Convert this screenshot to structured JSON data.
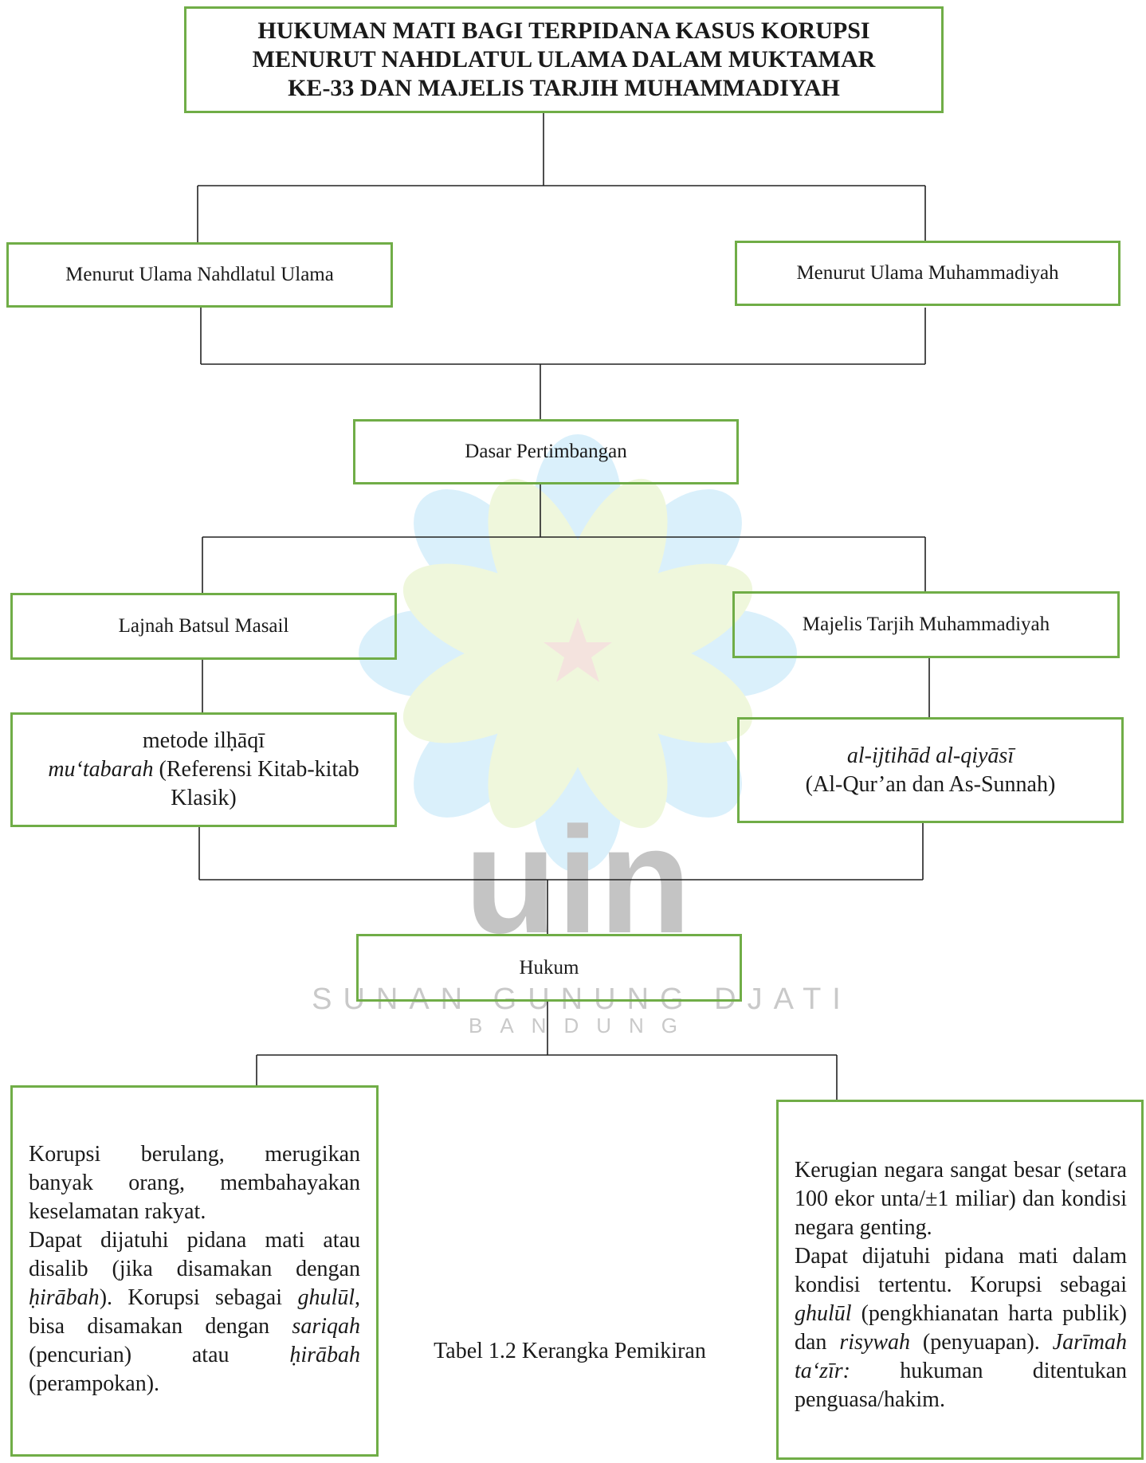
{
  "title": {
    "line1": "HUKUMAN MATI BAGI TERPIDANA KASUS KORUPSI",
    "line2": "MENURUT NAHDLATUL ULAMA DALAM MUKTAMAR",
    "line3": "KE-33 DAN MAJELIS TARJIH MUHAMMADIYAH"
  },
  "level1": {
    "left": "Menurut Ulama Nahdlatul Ulama",
    "right": "Menurut Ulama Muhammadiyah"
  },
  "basis": "Dasar Pertimbangan",
  "level2": {
    "left": "Lajnah Batsul Masail",
    "right": "Majelis Tarjih Muhammadiyah"
  },
  "method": {
    "left_line1": "metode ilḥāqī",
    "left_italic": "mu‘tabarah",
    "left_rest": " (Referensi Kitab-kitab Klasik)",
    "right_italic": "al-ijtihād al-qiyāsī",
    "right_line2": "(Al-Qur’an dan As-Sunnah)"
  },
  "law": "Hukum",
  "result_left": {
    "p1": "Korupsi berulang, merugikan banyak orang, membahayakan keselamatan rakyat.",
    "p2a": "Dapat dijatuhi pidana mati atau disalib (jika disamakan dengan ",
    "p2b": "ḥirābah",
    "p2c": "). Korupsi sebagai ",
    "p2d": "ghulūl",
    "p2e": ", bisa disamakan dengan ",
    "p2f": "sariqah",
    "p2g": " (pencurian) atau ",
    "p2h": "ḥirābah",
    "p2i": " (perampokan)."
  },
  "result_right": {
    "p1": "Kerugian negara sangat besar (setara 100 ekor unta/±1 miliar) dan kondisi negara genting.",
    "p2a": "Dapat dijatuhi pidana mati dalam kondisi tertentu. Korupsi sebagai ",
    "p2b": "ghulūl",
    "p2c": " (pengkhianatan harta publik) dan ",
    "p2d": "risywah",
    "p2e": " (penyuapan). ",
    "p2f": "Jarīmah ta‘zīr:",
    "p2g": " hukuman ditentukan penguasa/hakim."
  },
  "caption": "Tabel 1.2 Kerangka Pemikiran",
  "watermark": {
    "logo_text": "uin",
    "line1": "SUNAN GUNUNG DJATI",
    "line2": "BANDUNG"
  }
}
